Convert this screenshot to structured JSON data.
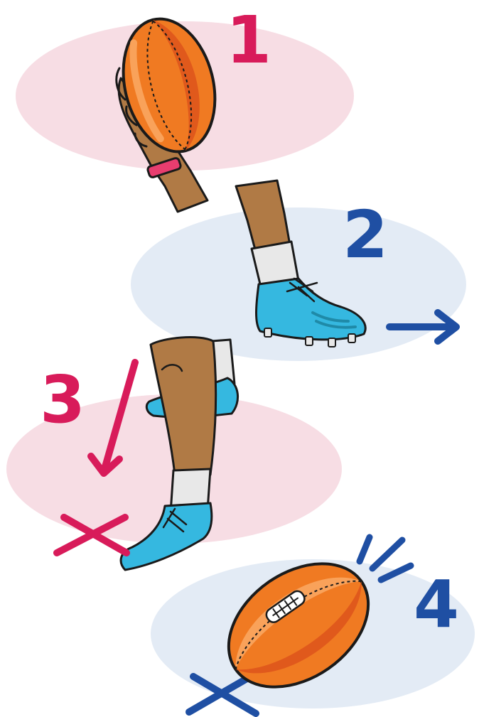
{
  "colors": {
    "pink_accent": "#d81b5a",
    "blue_accent": "#1f4fa3",
    "pink_ellipse": "#f7dde4",
    "blue_ellipse": "#e3ebf5",
    "ball_orange": "#f07a22",
    "ball_dark": "#e0591c",
    "skin": "#b07a45",
    "boot_cyan": "#35b8e0",
    "boot_dark": "#1f8aa8",
    "sock": "#e8e8e8"
  },
  "steps": [
    {
      "number": "1",
      "color": "pink",
      "icon": "hand-holding-ball"
    },
    {
      "number": "2",
      "color": "blue",
      "icon": "kicking-foot-forward"
    },
    {
      "number": "3",
      "color": "pink",
      "icon": "plant-foot-down"
    },
    {
      "number": "4",
      "color": "blue",
      "icon": "ball-on-ground"
    }
  ]
}
